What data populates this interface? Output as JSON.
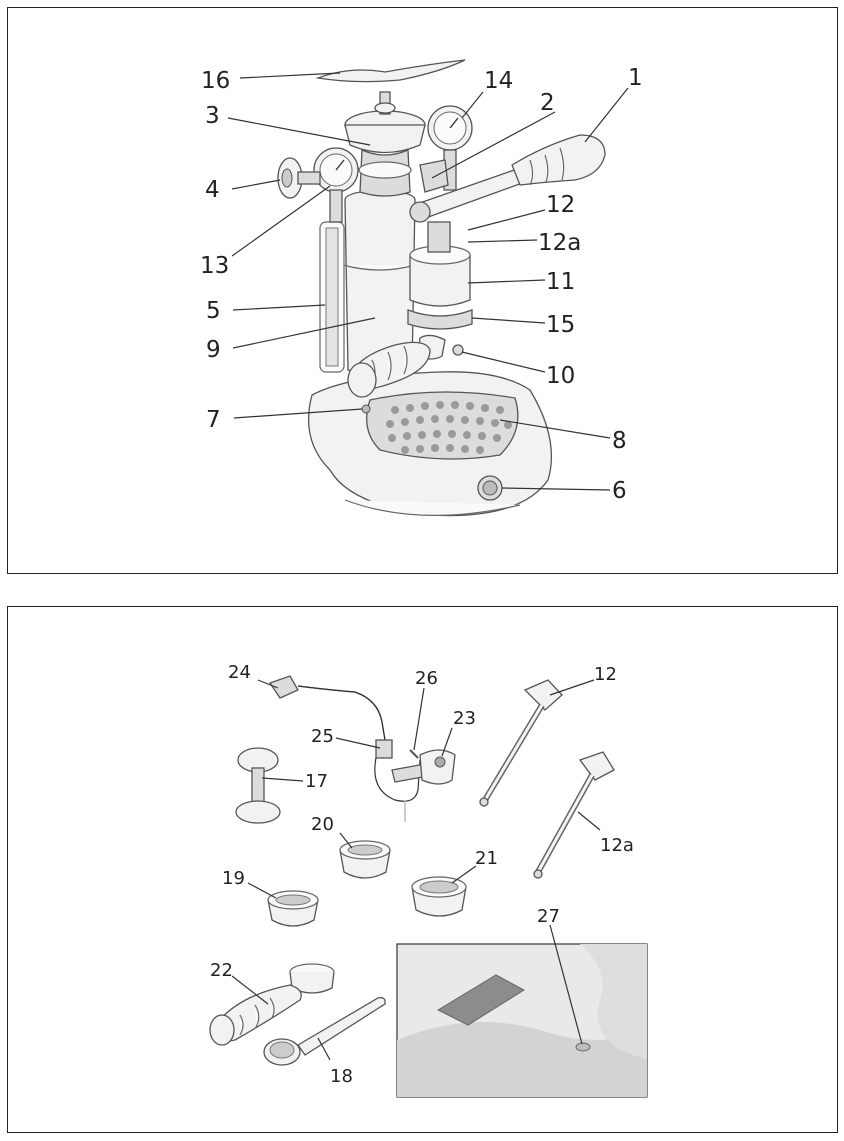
{
  "top_panel": {
    "labels": {
      "l16": "16",
      "l14": "14",
      "l1": "1",
      "l3": "3",
      "l2": "2",
      "l4": "4",
      "l12": "12",
      "l12a": "12a",
      "l13": "13",
      "l11": "11",
      "l5": "5",
      "l15": "15",
      "l9": "9",
      "l10": "10",
      "l7": "7",
      "l8": "8",
      "l6": "6"
    }
  },
  "bottom_panel": {
    "labels": {
      "l24": "24",
      "l26": "26",
      "l12": "12",
      "l23": "23",
      "l25": "25",
      "l17": "17",
      "l12a": "12a",
      "l20": "20",
      "l21": "21",
      "l19": "19",
      "l27": "27",
      "l22": "22",
      "l18": "18"
    }
  }
}
